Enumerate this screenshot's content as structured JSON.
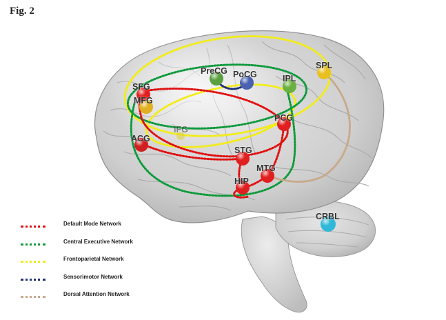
{
  "figure_label": "Fig. 2",
  "networks": [
    {
      "id": "dmn",
      "label": "Default Mode Network",
      "color": "#e01010"
    },
    {
      "id": "cen",
      "label": "Central Executive Network",
      "color": "#0e9a3c"
    },
    {
      "id": "fpn",
      "label": "Frontoparietal Network",
      "color": "#f2ec1a"
    },
    {
      "id": "smn",
      "label": "Sensorimotor Network",
      "color": "#1b2f7a"
    },
    {
      "id": "dan",
      "label": "Dorsal Attention Network",
      "color": "#c8a98a"
    }
  ],
  "regions": [
    {
      "id": "SFG",
      "label": "SFG",
      "color": "#e02020"
    },
    {
      "id": "MFG",
      "label": "MFG",
      "color": "#e0b020"
    },
    {
      "id": "ACG",
      "label": "ACG",
      "color": "#d02020"
    },
    {
      "id": "IFG",
      "label": "IFG",
      "color": "#e0d040"
    },
    {
      "id": "PreCG",
      "label": "PreCG",
      "color": "#5aa040"
    },
    {
      "id": "PoCG",
      "label": "PoCG",
      "color": "#4a60b0"
    },
    {
      "id": "IPL",
      "label": "IPL",
      "color": "#6ab040"
    },
    {
      "id": "SPL",
      "label": "SPL",
      "color": "#e8c020"
    },
    {
      "id": "PCG",
      "label": "PCG",
      "color": "#e02020"
    },
    {
      "id": "STG",
      "label": "STG",
      "color": "#e02020"
    },
    {
      "id": "MTG",
      "label": "MTG",
      "color": "#e02020"
    },
    {
      "id": "HIP",
      "label": "HIP",
      "color": "#e02020"
    },
    {
      "id": "CRBL",
      "label": "CRBL",
      "color": "#30b8d8"
    }
  ]
}
